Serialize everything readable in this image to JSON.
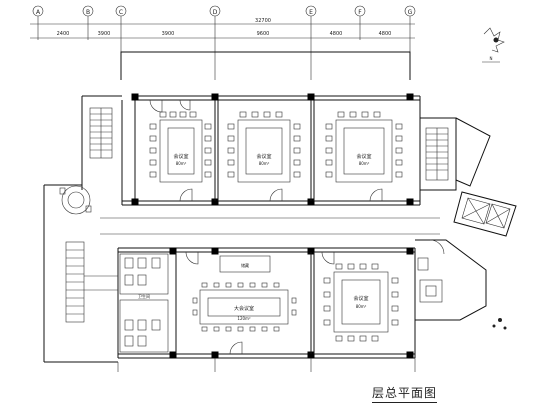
{
  "drawing": {
    "caption": "层总平面图",
    "grid_axes": [
      "A",
      "B",
      "C",
      "D",
      "E",
      "F",
      "G"
    ],
    "dimensions": {
      "overall": "32700",
      "segments": [
        "2400",
        "3900",
        "3900",
        "9600",
        "4800",
        "4800"
      ]
    },
    "compass_note": "N",
    "rooms": [
      {
        "id": "meeting-1",
        "label": "会议室",
        "sub": "80m²"
      },
      {
        "id": "meeting-2",
        "label": "会议室",
        "sub": "80m²"
      },
      {
        "id": "meeting-3",
        "label": "会议室",
        "sub": "80m²"
      },
      {
        "id": "meeting-4",
        "label": "大会议室",
        "sub": "120m²"
      },
      {
        "id": "meeting-5",
        "label": "会议室",
        "sub": "80m²"
      },
      {
        "id": "storage",
        "label": "储藏",
        "sub": ""
      },
      {
        "id": "wc",
        "label": "卫生间",
        "sub": ""
      }
    ]
  }
}
